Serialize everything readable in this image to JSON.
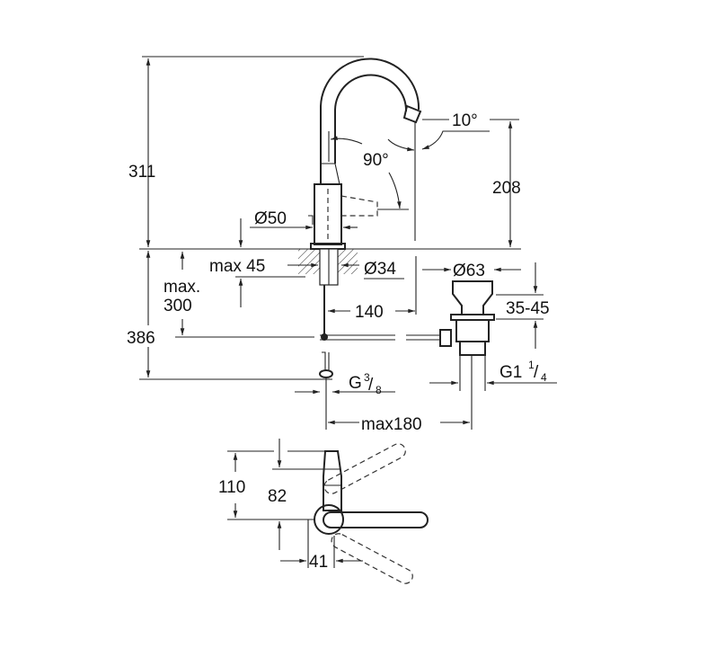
{
  "drawing": {
    "side_view": {
      "total_height": "311",
      "spout_height": "208",
      "spout_angle": "10°",
      "swivel_angle": "90°",
      "body_diameter": "Ø50",
      "max_deck_thickness": "max 45",
      "hole_diameter": "Ø34",
      "projection": "140",
      "max_label": "max.",
      "max_value": "300",
      "below_deck": "386",
      "supply_thread": "G",
      "supply_thread_num": "3",
      "supply_thread_den": "8",
      "distance_to_drain": "max180"
    },
    "drain": {
      "diameter": "Ø63",
      "height_range": "35-45",
      "thread": "G1",
      "thread_num": "1",
      "thread_den": "4"
    },
    "top_view": {
      "depth": "110",
      "handle_depth": "82",
      "offset": "41"
    }
  }
}
